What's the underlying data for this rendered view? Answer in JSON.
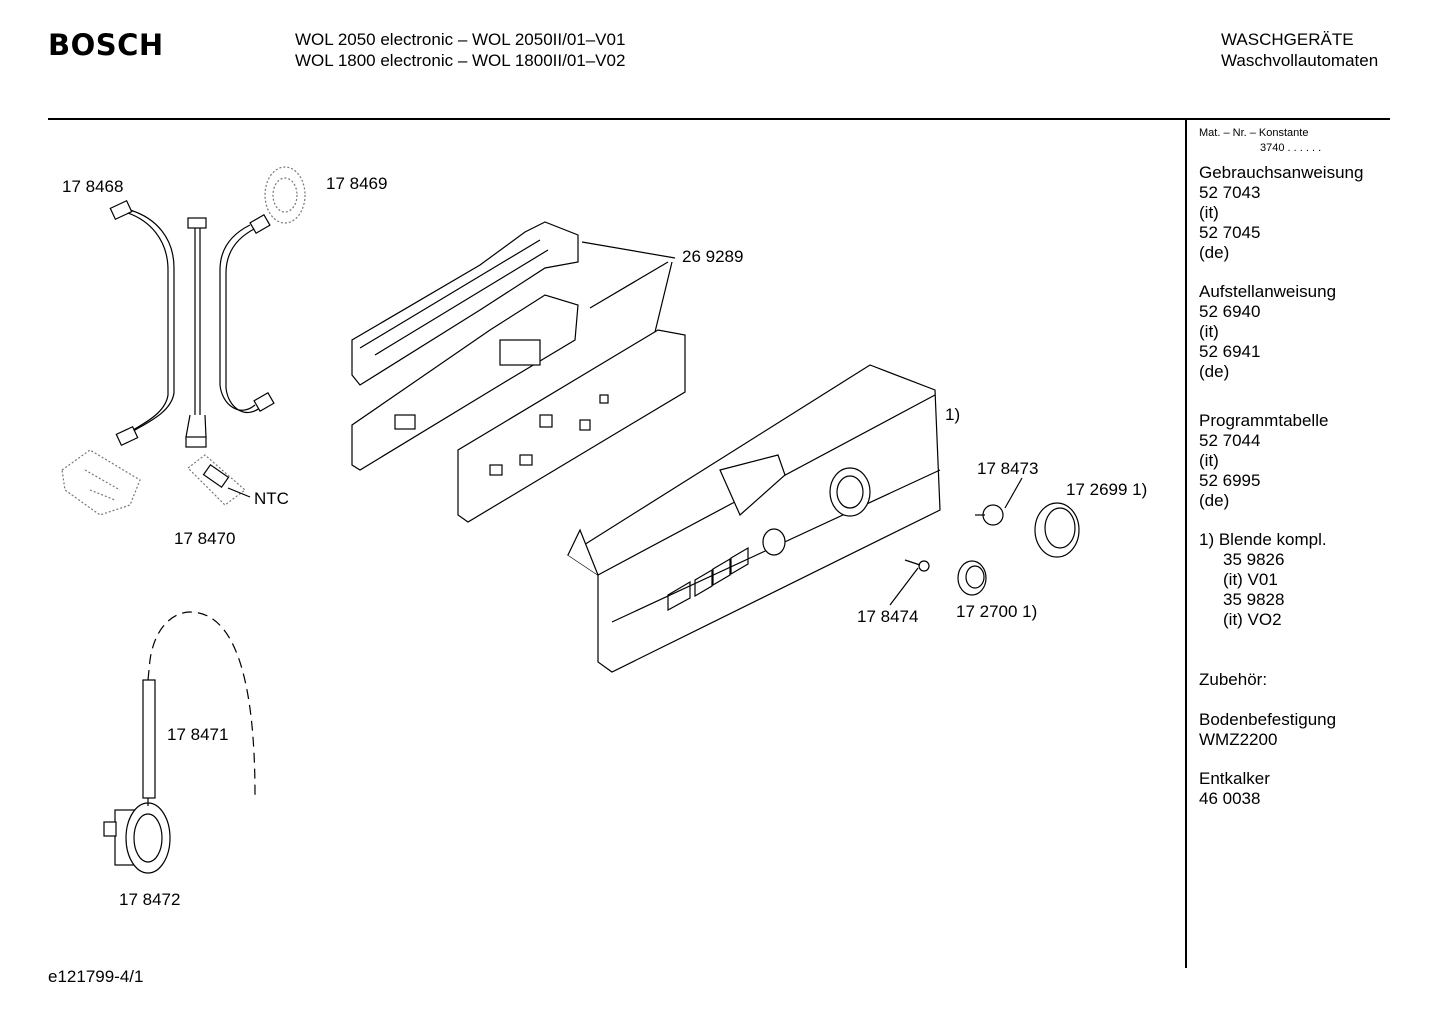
{
  "header": {
    "brand": "BOSCH",
    "model_line_1": "WOL 2050 electronic – WOL 2050II/01–V01",
    "model_line_2": "WOL 1800 electronic – WOL 1800II/01–V02",
    "category_1": "WASCHGERÄTE",
    "category_2": "Waschvollautomaten"
  },
  "sidebar": {
    "mat_header": "Mat. – Nr. – Konstante",
    "mat_value": "3740  .  .    .  .  .  .",
    "sections": [
      {
        "title": "Gebrauchsanweisung",
        "lines": [
          "52 7043",
          "(it)",
          "52 7045",
          "(de)"
        ]
      },
      {
        "title": "Aufstellanweisung",
        "lines": [
          "52 6940",
          "(it)",
          "52 6941",
          "(de)"
        ]
      },
      {
        "title": "Programmtabelle",
        "lines": [
          "52 7044",
          "(it)",
          "52 6995",
          "(de)"
        ]
      },
      {
        "title": "1) Blende kompl.",
        "lines": [
          "35 9826",
          "(it) V01",
          "35 9828",
          "(it) VO2"
        ]
      },
      {
        "title": "Zubehör:",
        "lines": []
      },
      {
        "title": "Bodenbefestigung",
        "lines": [
          "WMZ2200"
        ]
      },
      {
        "title": "Entkalker",
        "lines": [
          "46 0038"
        ]
      }
    ]
  },
  "parts": {
    "p178468": "17 8468",
    "p178469": "17 8469",
    "p269289": "26 9289",
    "ntc": "NTC",
    "p178470": "17 8470",
    "note1": "1)",
    "p178473": "17 8473",
    "p172699": "17 2699 1)",
    "p178474": "17 8474",
    "p172700": "17 2700 1)",
    "p178471": "17 8471",
    "p178472": "17 8472"
  },
  "footer": {
    "drawing_id": "e121799-4/1"
  }
}
